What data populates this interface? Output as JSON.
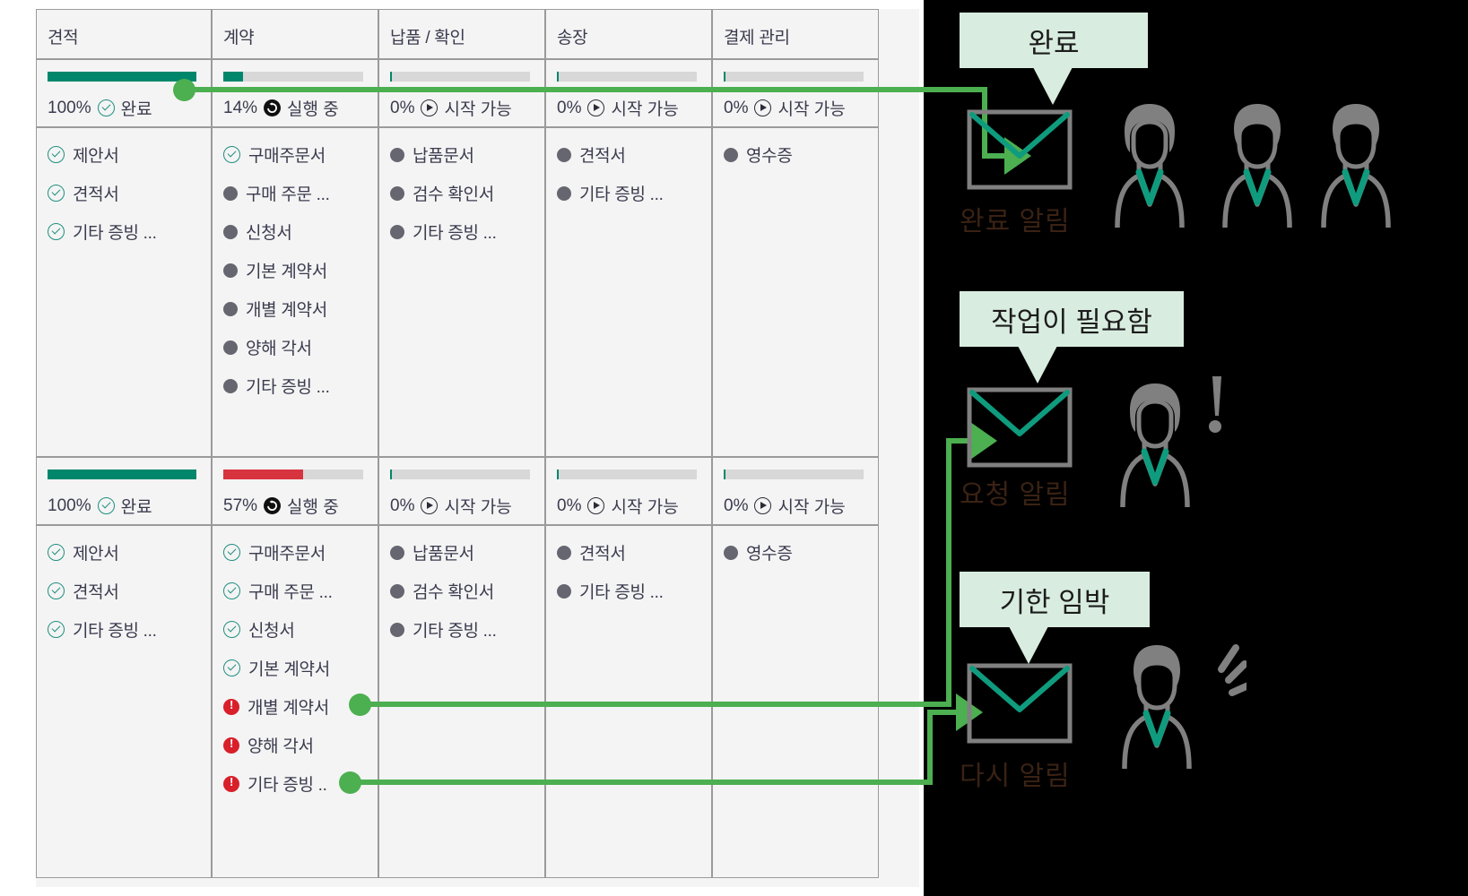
{
  "table": {
    "columns": [
      {
        "label": "견적"
      },
      {
        "label": "계약"
      },
      {
        "label": "납품 / 확인"
      },
      {
        "label": "송장"
      },
      {
        "label": "결제 관리"
      }
    ],
    "rows": [
      {
        "cells": [
          {
            "percent": "100%",
            "percent_value": 100,
            "status": "완료",
            "status_icon": "check-circle-icon",
            "bar_color": "#00876b",
            "docs": [
              {
                "label": "제안서",
                "icon": "check-circle-icon"
              },
              {
                "label": "견적서",
                "icon": "check-circle-icon"
              },
              {
                "label": "기타 증빙 ...",
                "icon": "check-circle-icon"
              }
            ]
          },
          {
            "percent": "14%",
            "percent_value": 14,
            "status": "실행 중",
            "status_icon": "running-icon",
            "bar_color": "#00876b",
            "docs": [
              {
                "label": "구매주문서",
                "icon": "check-circle-icon"
              },
              {
                "label": "구매 주문 ...",
                "icon": "gray-dot-icon"
              },
              {
                "label": "신청서",
                "icon": "gray-dot-icon"
              },
              {
                "label": "기본 계약서",
                "icon": "gray-dot-icon"
              },
              {
                "label": "개별 계약서",
                "icon": "gray-dot-icon"
              },
              {
                "label": "양해 각서",
                "icon": "gray-dot-icon"
              },
              {
                "label": "기타 증빙 ...",
                "icon": "gray-dot-icon"
              }
            ]
          },
          {
            "percent": "0%",
            "percent_value": 0,
            "status": "시작 가능",
            "status_icon": "play-circle-icon",
            "bar_color": "#00876b",
            "docs": [
              {
                "label": "납품문서",
                "icon": "gray-dot-icon"
              },
              {
                "label": "검수 확인서",
                "icon": "gray-dot-icon"
              },
              {
                "label": "기타 증빙 ...",
                "icon": "gray-dot-icon"
              }
            ]
          },
          {
            "percent": "0%",
            "percent_value": 0,
            "status": "시작 가능",
            "status_icon": "play-circle-icon",
            "bar_color": "#00876b",
            "docs": [
              {
                "label": "견적서",
                "icon": "gray-dot-icon"
              },
              {
                "label": "기타 증빙 ...",
                "icon": "gray-dot-icon"
              }
            ]
          },
          {
            "percent": "0%",
            "percent_value": 0,
            "status": "시작 가능",
            "status_icon": "play-circle-icon",
            "bar_color": "#00876b",
            "docs": [
              {
                "label": "영수증",
                "icon": "gray-dot-icon"
              }
            ]
          }
        ]
      },
      {
        "cells": [
          {
            "percent": "100%",
            "percent_value": 100,
            "status": "완료",
            "status_icon": "check-circle-icon",
            "bar_color": "#00876b",
            "docs": [
              {
                "label": "제안서",
                "icon": "check-circle-icon"
              },
              {
                "label": "견적서",
                "icon": "check-circle-icon"
              },
              {
                "label": "기타 증빙 ...",
                "icon": "check-circle-icon"
              }
            ]
          },
          {
            "percent": "57%",
            "percent_value": 57,
            "status": "실행 중",
            "status_icon": "running-icon",
            "bar_color": "#d8343f",
            "docs": [
              {
                "label": "구매주문서",
                "icon": "check-circle-icon"
              },
              {
                "label": "구매 주문 ...",
                "icon": "check-circle-icon"
              },
              {
                "label": "신청서",
                "icon": "check-circle-icon"
              },
              {
                "label": "기본 계약서",
                "icon": "check-circle-icon"
              },
              {
                "label": "개별 계약서",
                "icon": "alert-icon"
              },
              {
                "label": "양해 각서",
                "icon": "alert-icon"
              },
              {
                "label": "기타 증빙 ..",
                "icon": "alert-icon"
              }
            ]
          },
          {
            "percent": "0%",
            "percent_value": 0,
            "status": "시작 가능",
            "status_icon": "play-circle-icon",
            "bar_color": "#00876b",
            "docs": [
              {
                "label": "납품문서",
                "icon": "gray-dot-icon"
              },
              {
                "label": "검수 확인서",
                "icon": "gray-dot-icon"
              },
              {
                "label": "기타 증빙 ...",
                "icon": "gray-dot-icon"
              }
            ]
          },
          {
            "percent": "0%",
            "percent_value": 0,
            "status": "시작 가능",
            "status_icon": "play-circle-icon",
            "bar_color": "#00876b",
            "docs": [
              {
                "label": "견적서",
                "icon": "gray-dot-icon"
              },
              {
                "label": "기타 증빙 ...",
                "icon": "gray-dot-icon"
              }
            ]
          },
          {
            "percent": "0%",
            "percent_value": 0,
            "status": "시작 가능",
            "status_icon": "play-circle-icon",
            "bar_color": "#00876b",
            "docs": [
              {
                "label": "영수증",
                "icon": "gray-dot-icon"
              }
            ]
          }
        ]
      }
    ]
  },
  "notifications": [
    {
      "callout": "완료",
      "envelope_label": "완료 알림",
      "people": 3,
      "mood": "none"
    },
    {
      "callout": "작업이 필요함",
      "envelope_label": "요청 알림",
      "people": 1,
      "mood": "exclamation"
    },
    {
      "callout": "기한 임박",
      "envelope_label": "다시 알림",
      "people": 1,
      "mood": "urgent"
    }
  ],
  "colors": {
    "accent_green": "#4caf50",
    "teal": "#00876b",
    "red": "#d8343f",
    "callout_bg": "#d9ece0",
    "panel_bg": "#000000",
    "table_bg": "#f4f4f4",
    "envelope_label": "#3a2214",
    "person_stroke": "#808080"
  }
}
